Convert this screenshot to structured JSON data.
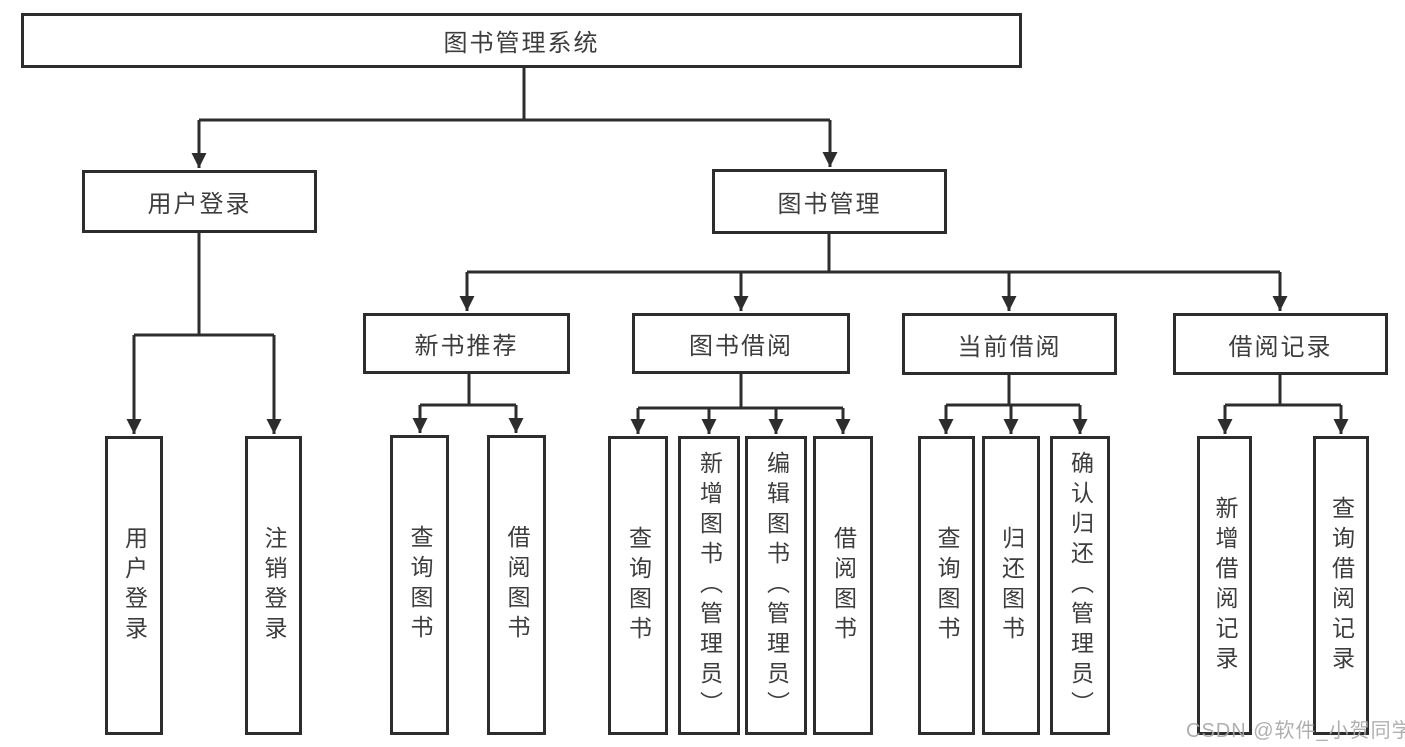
{
  "tree": {
    "label": "图书管理系统",
    "children": [
      {
        "label": "用户登录",
        "children": [
          {
            "label": "用户登录"
          },
          {
            "label": "注销登录"
          }
        ]
      },
      {
        "label": "图书管理",
        "children": [
          {
            "label": "新书推荐",
            "children": [
              {
                "label": "查询图书"
              },
              {
                "label": "借阅图书"
              }
            ]
          },
          {
            "label": "图书借阅",
            "children": [
              {
                "label": "查询图书"
              },
              {
                "label": "新增图书（管理员）"
              },
              {
                "label": "编辑图书（管理员）"
              },
              {
                "label": "借阅图书"
              }
            ]
          },
          {
            "label": "当前借阅",
            "children": [
              {
                "label": "查询图书"
              },
              {
                "label": "归还图书"
              },
              {
                "label": "确认归还（管理员）"
              }
            ]
          },
          {
            "label": "借阅记录",
            "children": [
              {
                "label": "新增借阅记录"
              },
              {
                "label": "查询借阅记录"
              }
            ]
          }
        ]
      }
    ]
  },
  "watermark": "CSDN @软件_小贺同学",
  "colors": {
    "line": "#2d2d2d",
    "text": "#3d3d3d",
    "watermark": "#a8a8a8",
    "background": "#ffffff"
  }
}
